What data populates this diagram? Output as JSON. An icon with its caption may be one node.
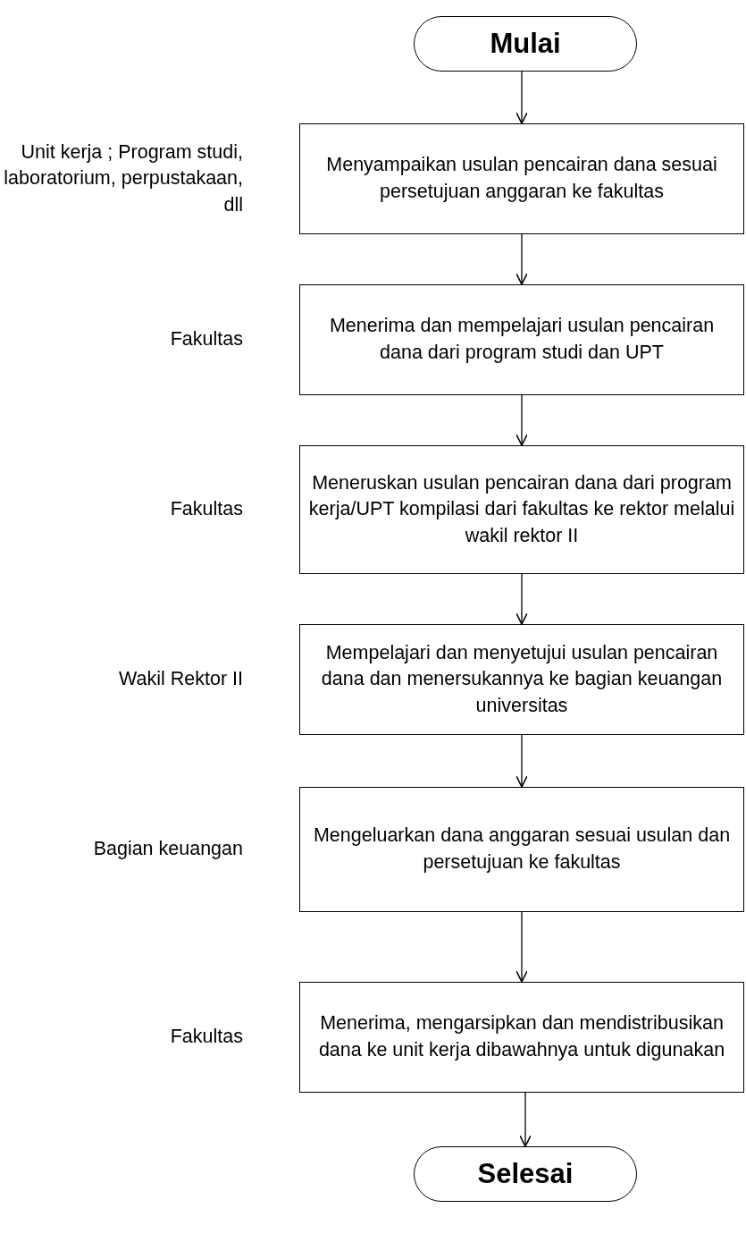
{
  "diagram": {
    "nodes": [
      {
        "text": [
          "Mulai"
        ]
      },
      {
        "text": [
          "Menyampaikan usulan pencairan dana sesuai persetujuan anggaran ke fakultas"
        ],
        "beside": [
          "Unit kerja ; Program studi, laboratorium, perpustakaan, dll"
        ]
      },
      {
        "text": [
          "Menerima dan mempelajari usulan pencairan dana dari program studi dan UPT"
        ],
        "beside": [
          "Fakultas"
        ]
      },
      {
        "text": [
          "Meneruskan usulan pencairan dana dari program kerja/UPT kompilasi dari fakultas ke rektor melalui wakil rektor II"
        ],
        "beside": [
          "Fakultas"
        ]
      },
      {
        "text": [
          "Mempelajari dan menyetujui usulan pencairan dana dan menersukannya ke bagian keuangan universitas"
        ],
        "beside": [
          "Wakil Rektor II"
        ]
      },
      {
        "text": [
          "Mengeluarkan dana anggaran sesuai usulan dan persetujuan ke fakultas"
        ],
        "beside": [
          "Bagian keuangan"
        ]
      },
      {
        "text": [
          "Menerima, mengarsipkan dan mendistribusikan dana ke unit kerja dibawahnya untuk digunakan"
        ],
        "beside": [
          "Fakultas"
        ]
      },
      {
        "text": [
          "Selesai"
        ]
      }
    ],
    "edges": [
      {
        "from": 0,
        "to": 1,
        "arrow": "to"
      },
      {
        "from": 1,
        "to": 2,
        "arrow": "to"
      },
      {
        "from": 2,
        "to": 3,
        "arrow": "to"
      },
      {
        "from": 3,
        "to": 4,
        "arrow": "to"
      },
      {
        "from": 4,
        "to": 5,
        "arrow": "to"
      },
      {
        "from": 5,
        "to": 6,
        "arrow": "to"
      },
      {
        "from": 6,
        "to": 7,
        "arrow": "to"
      }
    ]
  }
}
